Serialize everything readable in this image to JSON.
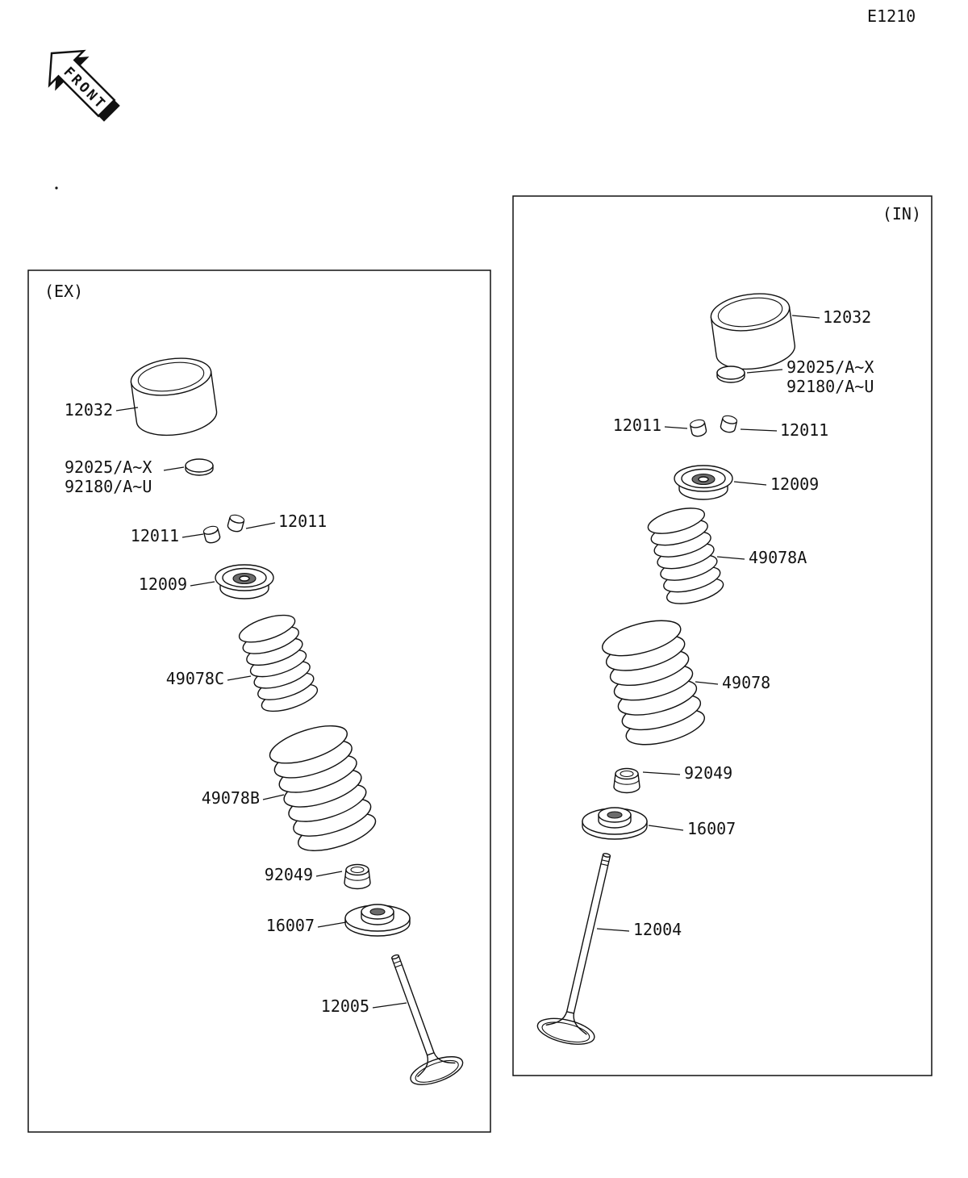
{
  "page": {
    "code": "E1210"
  },
  "front": {
    "label": "FRONT"
  },
  "ex": {
    "title": "(EX)",
    "parts": {
      "lifter": "12032",
      "shim1": "92025/A~X",
      "shim2": "92180/A~U",
      "keeper_l": "12011",
      "keeper_r": "12011",
      "retainer": "12009",
      "spring_inner": "49078C",
      "spring_outer": "49078B",
      "seal": "92049",
      "seat": "16007",
      "valve": "12005"
    }
  },
  "in": {
    "title": "(IN)",
    "parts": {
      "lifter": "12032",
      "shim1": "92025/A~X",
      "shim2": "92180/A~U",
      "keeper_l": "12011",
      "keeper_r": "12011",
      "retainer": "12009",
      "spring_inner": "49078A",
      "spring_outer": "49078",
      "seal": "92049",
      "seat": "16007",
      "valve": "12004"
    }
  }
}
